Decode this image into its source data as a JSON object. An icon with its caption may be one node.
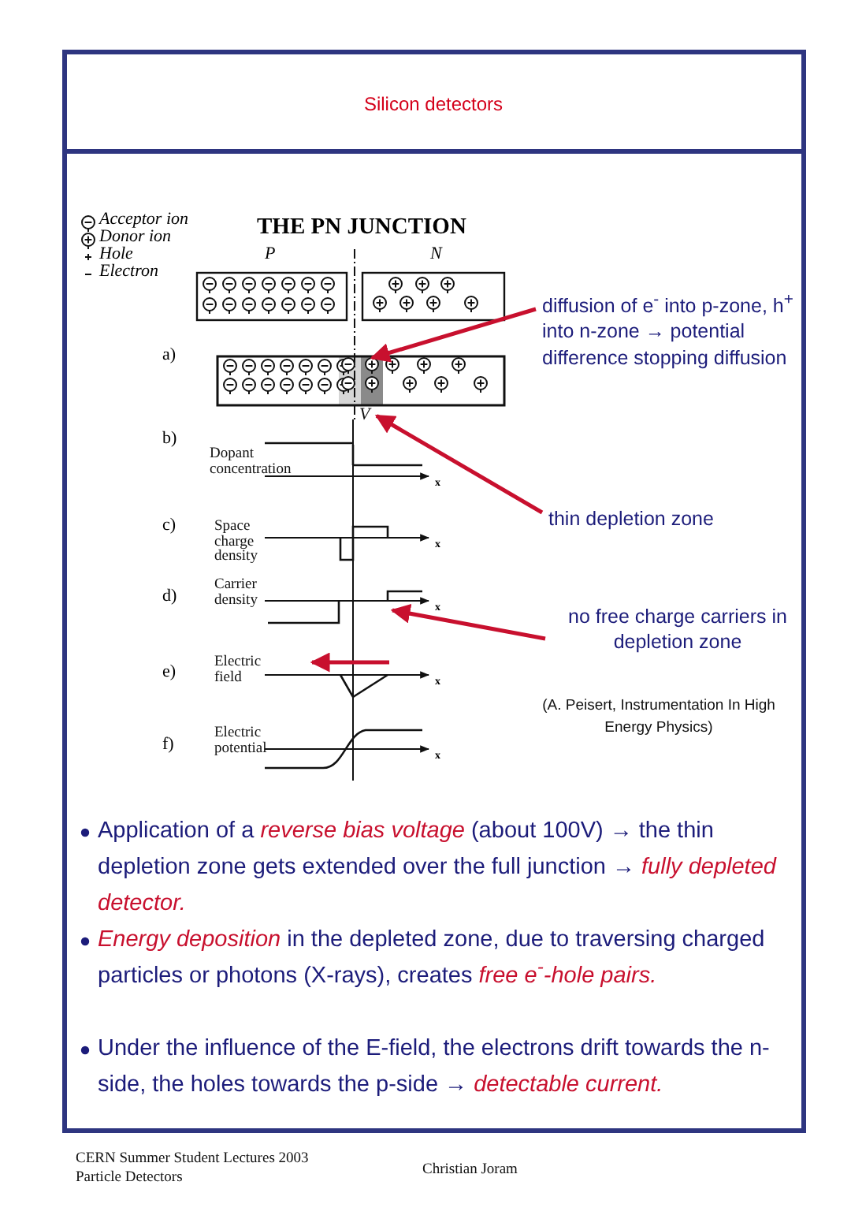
{
  "diagram": {
    "title": "Silicon detectors",
    "nodes": [
      {
        "text": [
          "diffusion of e$^{-}$ into p-zone, h$^{+}$ into n-zone → potential difference stopping diffusion"
        ]
      },
      {
        "text": [
          "thin depletion zone"
        ]
      },
      {
        "text": [
          "no free charge carriers in depletion zone"
        ]
      },
      {
        "text": [
          "V"
        ]
      },
      {
        "text": [],
        "shape": "box"
      }
    ],
    "edges": [
      {
        "from": 0,
        "to": 4,
        "arrow": "to"
      },
      {
        "from": 1,
        "to": 3,
        "arrow": "to"
      },
      {
        "from": 2,
        "to": null,
        "arrow": "to"
      }
    ],
    "labels": [
      "THE PN JUNCTION",
      "P",
      "N",
      "a)",
      "b)",
      "Dopant concentration",
      "x",
      "c)",
      "Space charge density",
      "x",
      "d)",
      "Carrier density",
      "x",
      "e)",
      "Electric field",
      "x",
      "f)",
      "Electric potential",
      "x",
      "(A. Peisert, Instrumentation In High Energy Physics)",
      "Application of a *reverse bias voltage* (about 100V) → the thin depletion zone gets extended over the full junction → *fully depleted detector.*",
      "*Energy deposition* in the depleted zone, due to traversing charged particles or photons (X-rays), creates *free e$^{-}$-hole pairs.*",
      "Under the influence of the E-field, the electrons drift towards the n-side, the holes towards the p-side → *detectable current.*",
      "CERN Summer Student Lectures 2003",
      "Particle Detectors",
      "Christian Joram"
    ],
    "legend": [
      {
        "text": "Acceptor ion"
      },
      {
        "text": "Donor ion"
      },
      {
        "text": "Hole"
      },
      {
        "text": "Electron"
      }
    ]
  }
}
